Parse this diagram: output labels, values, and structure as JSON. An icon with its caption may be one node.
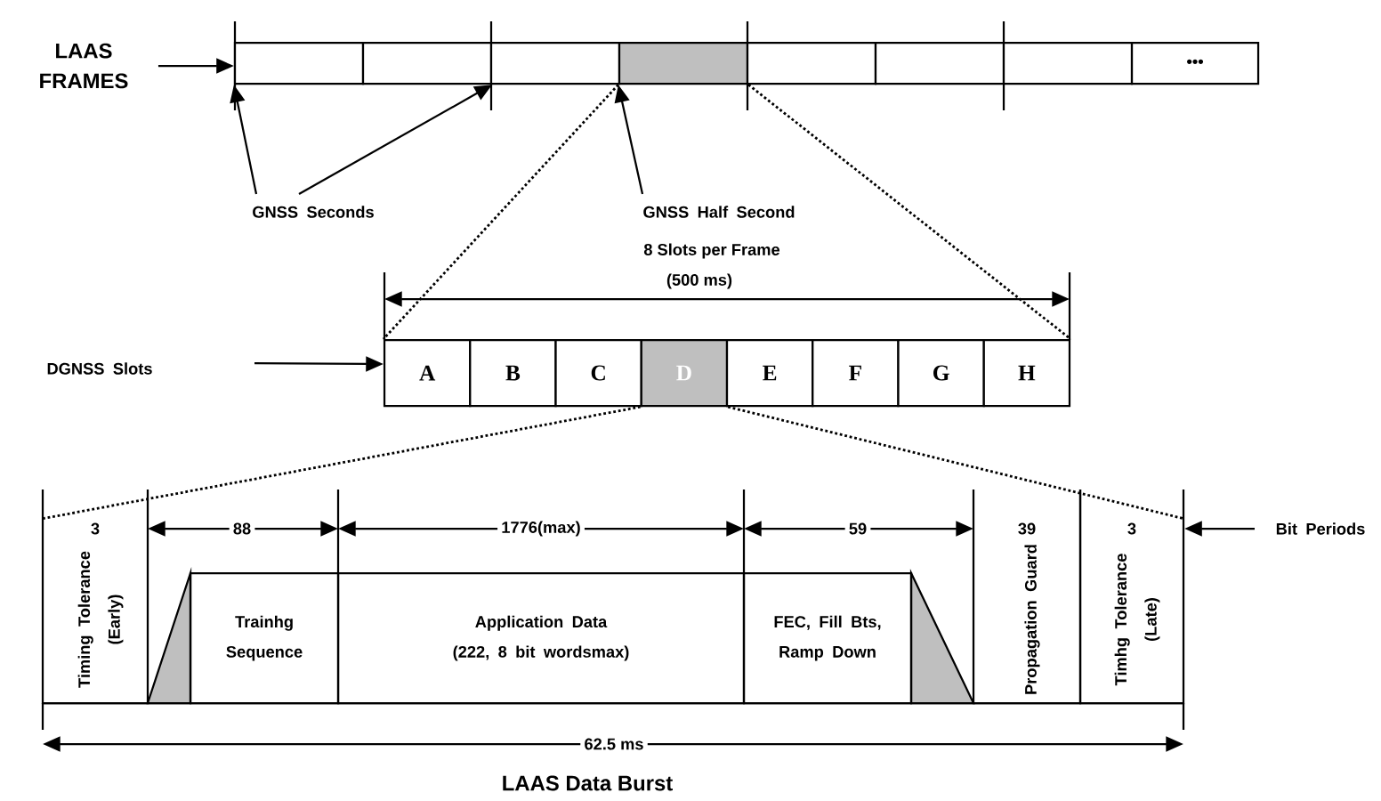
{
  "diagram": {
    "nodes": [
      {
        "text": [
          "LAAS FRAMES"
        ]
      },
      {
        "text": [],
        "shape": "box"
      },
      {
        "text": [],
        "shape": "box"
      },
      {
        "text": [],
        "shape": "box"
      },
      {
        "text": [],
        "shape": "box"
      },
      {
        "text": [],
        "shape": "box"
      },
      {
        "text": [],
        "shape": "box"
      },
      {
        "text": [],
        "shape": "box"
      },
      {
        "text": [
          "•••"
        ]
      },
      {
        "text": [
          "GNSS Seconds"
        ]
      },
      {
        "text": [
          "GNSS Half Second"
        ]
      },
      {
        "text": [
          "DGNSS Slots"
        ]
      },
      {
        "text": [
          "A"
        ]
      },
      {
        "text": [
          "B"
        ]
      },
      {
        "text": [
          "C"
        ]
      },
      {
        "text": [
          "D"
        ]
      },
      {
        "text": [
          "E"
        ]
      },
      {
        "text": [
          "F"
        ]
      },
      {
        "text": [
          "G"
        ]
      },
      {
        "text": [
          "H"
        ]
      },
      {
        "text": [
          "3",
          "Timing Tolerance (Early)"
        ]
      },
      {
        "text": [
          "Trainhg Sequence"
        ]
      },
      {
        "text": [
          "Application Data",
          "(222, 8 bit wordsmax)"
        ]
      },
      {
        "text": [
          "FEC, Fill Bts, Ramp Down"
        ]
      },
      {
        "text": [
          "39",
          "Propagation Guard"
        ]
      },
      {
        "text": [
          "3",
          "Timhg Tolerance (Late)"
        ]
      },
      {
        "text": [
          "Bit Periods"
        ]
      }
    ],
    "edges": [
      {
        "from": 0,
        "to": 1,
        "arrow": "to"
      },
      {
        "from": 9,
        "to": 1,
        "arrow": "to"
      },
      {
        "from": 9,
        "to": 2,
        "arrow": "to"
      },
      {
        "from": 10,
        "to": 4,
        "arrow": "to"
      },
      {
        "from": 11,
        "to": 12,
        "arrow": "to"
      },
      {
        "from": 26,
        "to": 25,
        "arrow": "to"
      },
      {
        "from": 4,
        "to": 12,
        "arrow": "none",
        "style": "dashed"
      },
      {
        "from": 4,
        "to": 19,
        "arrow": "none",
        "style": "dashed"
      },
      {
        "from": 15,
        "to": 20,
        "arrow": "none",
        "style": "dashed"
      },
      {
        "from": 15,
        "to": 25,
        "arrow": "none",
        "style": "dashed"
      }
    ],
    "labels": [
      "8 Slots per Frame",
      "(500 ms)",
      "88",
      "1776(max)",
      "59",
      "62.5 ms",
      "LAAS Data Burst"
    ]
  }
}
